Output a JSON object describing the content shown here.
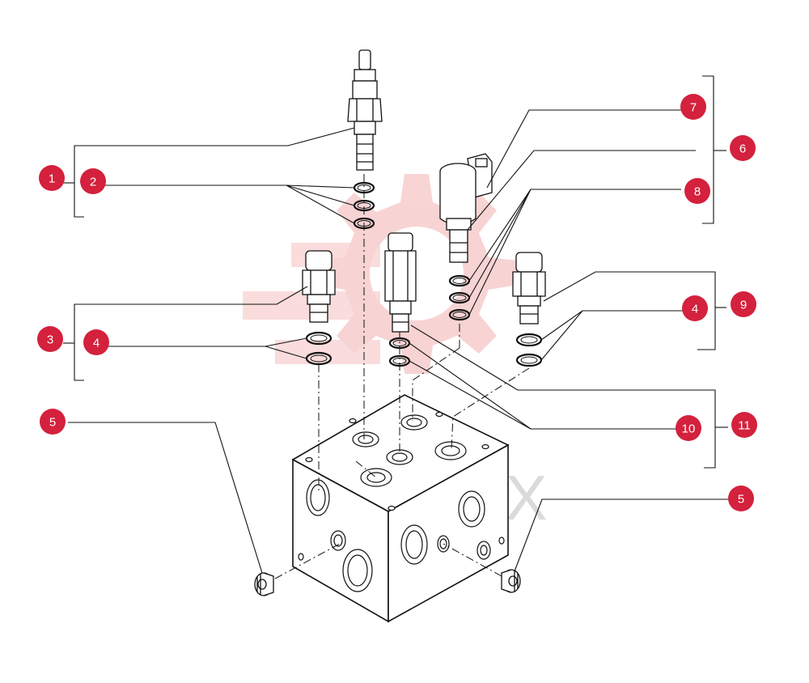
{
  "colors": {
    "callout_fill": "#d4213d",
    "callout_text": "#ffffff",
    "line": "#111111",
    "watermark_gear": "#f2a9a9"
  },
  "watermark": {
    "text": "MIHTEX",
    "icon": "gear-logo-icon"
  },
  "callouts": [
    {
      "id": "c1",
      "label": "1"
    },
    {
      "id": "c2",
      "label": "2"
    },
    {
      "id": "c3",
      "label": "3"
    },
    {
      "id": "c4a",
      "label": "4"
    },
    {
      "id": "c5a",
      "label": "5"
    },
    {
      "id": "c7",
      "label": "7"
    },
    {
      "id": "c6",
      "label": "6"
    },
    {
      "id": "c8",
      "label": "8"
    },
    {
      "id": "c4b",
      "label": "4"
    },
    {
      "id": "c9",
      "label": "9"
    },
    {
      "id": "c10",
      "label": "10"
    },
    {
      "id": "c11",
      "label": "11"
    },
    {
      "id": "c5b",
      "label": "5"
    }
  ]
}
